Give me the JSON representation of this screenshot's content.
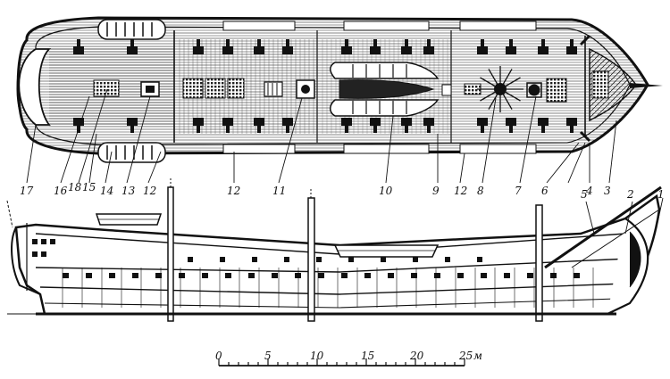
{
  "callouts": [
    "1",
    "2",
    "3",
    "4",
    "5",
    "6",
    "7",
    "8",
    "9",
    "10",
    "11",
    "12",
    "12",
    "12",
    "13",
    "14",
    "15",
    "16",
    "17",
    "18"
  ],
  "scale": {
    "ticks": [
      "0",
      "5",
      "10",
      "15",
      "20",
      "25"
    ],
    "unit": "м"
  }
}
